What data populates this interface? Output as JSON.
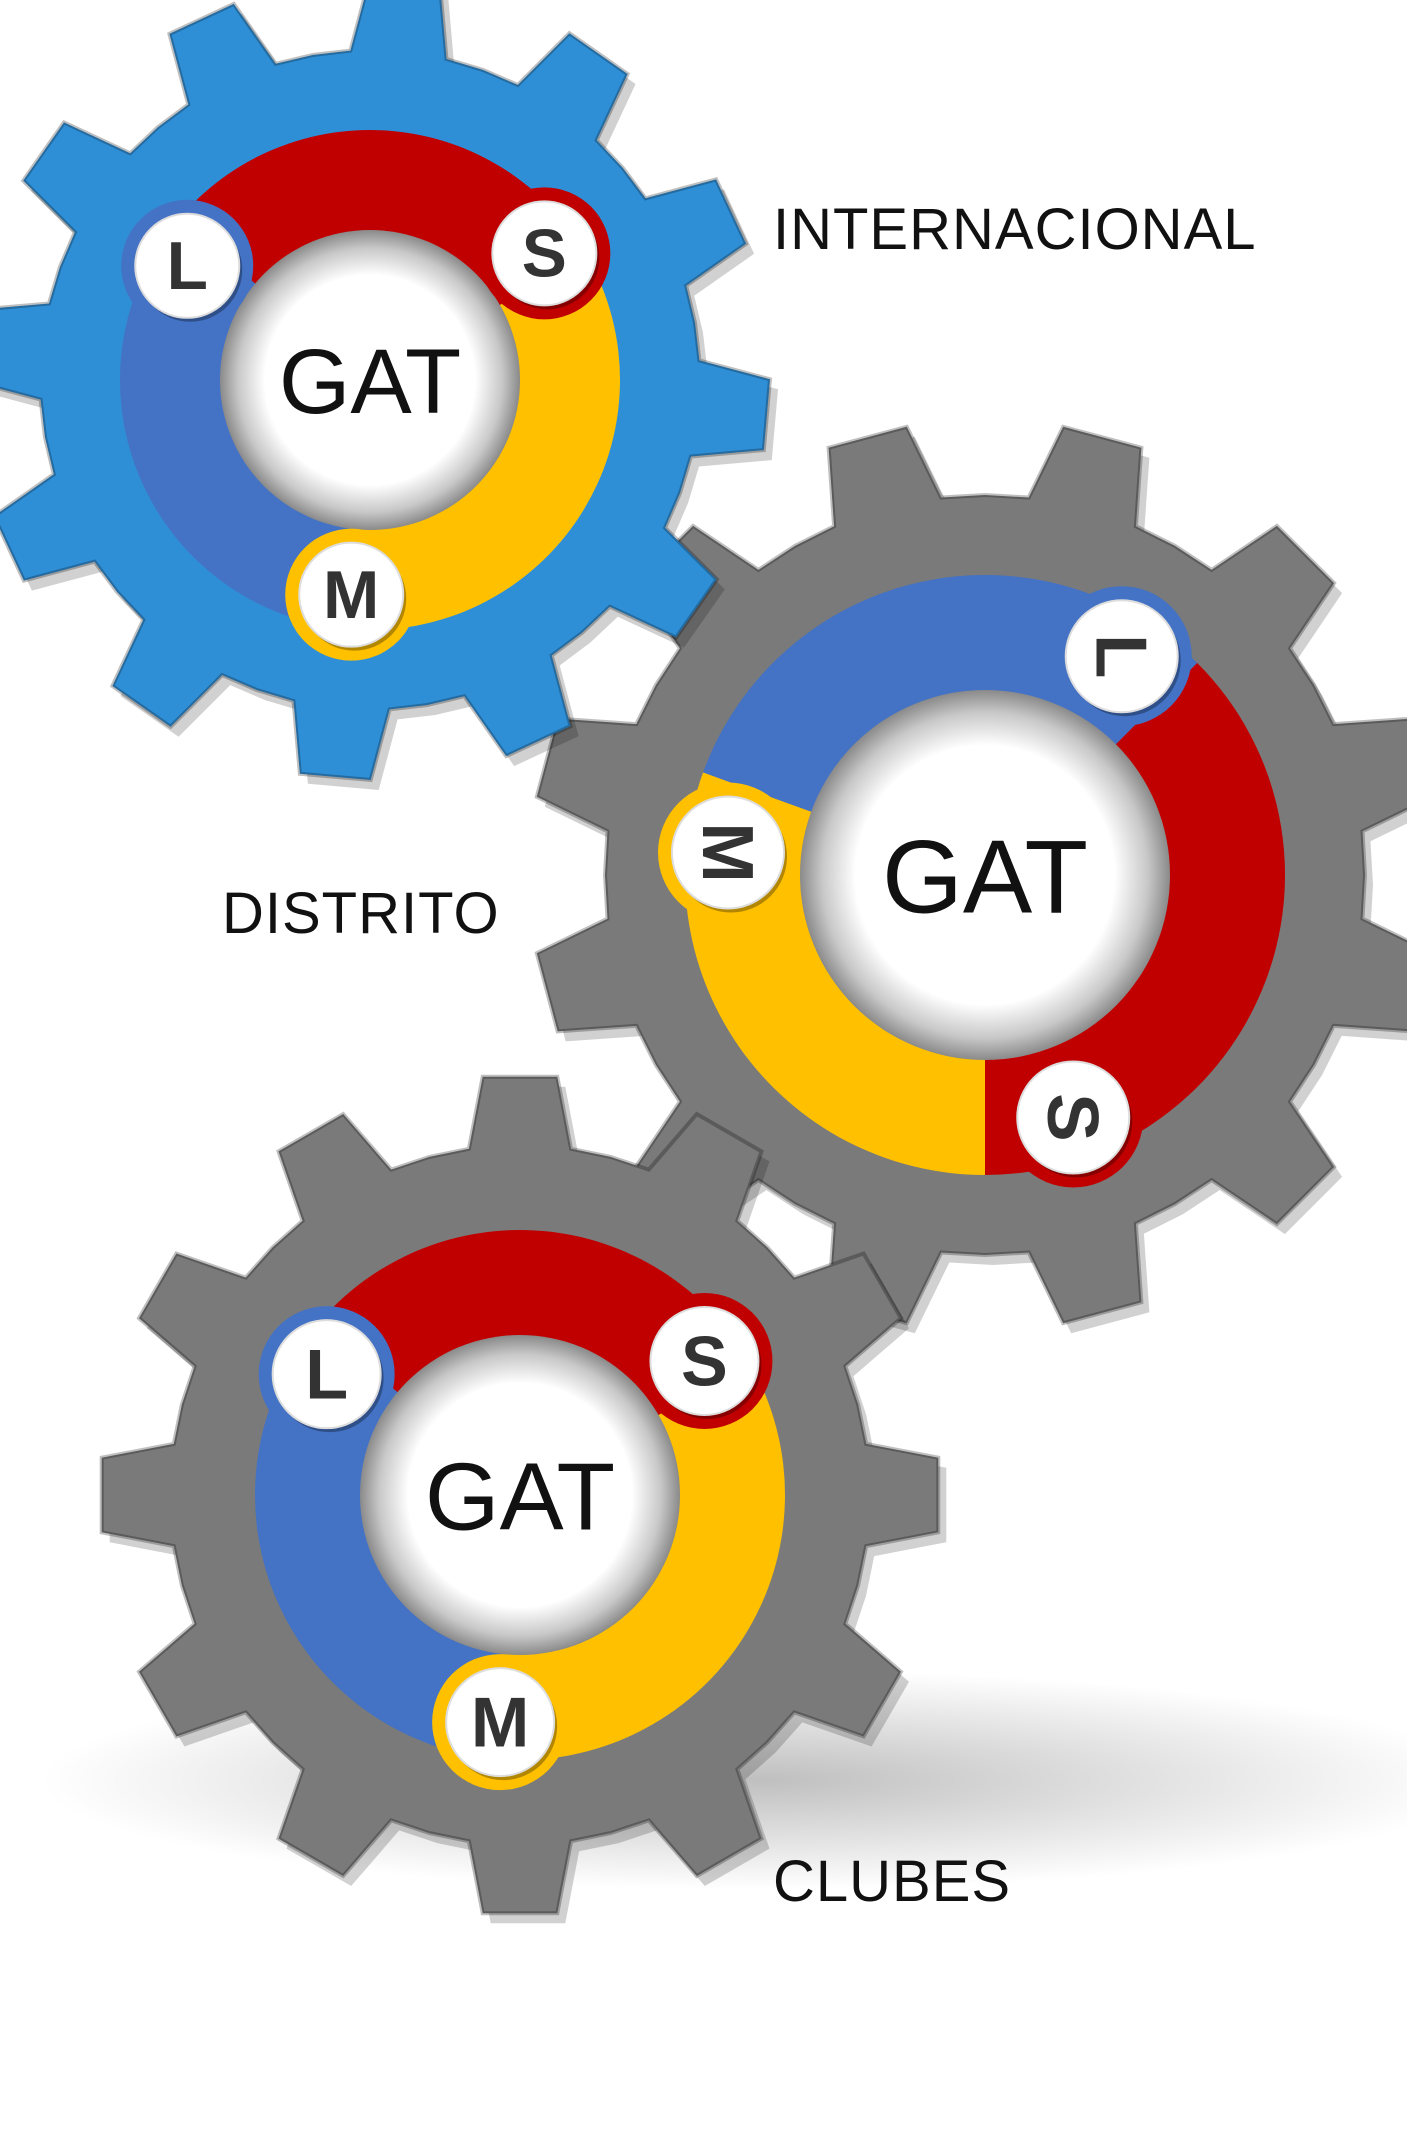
{
  "colors": {
    "red": "#c00000",
    "yellow": "#ffc000",
    "blue": "#4472c4",
    "gear_top": "#2f8fd6",
    "gear_gray": "#7a7a7a"
  },
  "levels": [
    {
      "label": "INTERNACIONAL",
      "center_text": "GAT",
      "gear_color": "gear_top",
      "badges": [
        {
          "letter": "S",
          "color": "red"
        },
        {
          "letter": "M",
          "color": "yellow"
        },
        {
          "letter": "L",
          "color": "blue"
        }
      ]
    },
    {
      "label": "DISTRITO",
      "center_text": "GAT",
      "gear_color": "gear_gray",
      "badges": [
        {
          "letter": "S",
          "color": "red"
        },
        {
          "letter": "M",
          "color": "yellow"
        },
        {
          "letter": "L",
          "color": "blue"
        }
      ]
    },
    {
      "label": "CLUBES",
      "center_text": "GAT",
      "gear_color": "gear_gray",
      "badges": [
        {
          "letter": "S",
          "color": "red"
        },
        {
          "letter": "M",
          "color": "yellow"
        },
        {
          "letter": "L",
          "color": "blue"
        }
      ]
    }
  ]
}
